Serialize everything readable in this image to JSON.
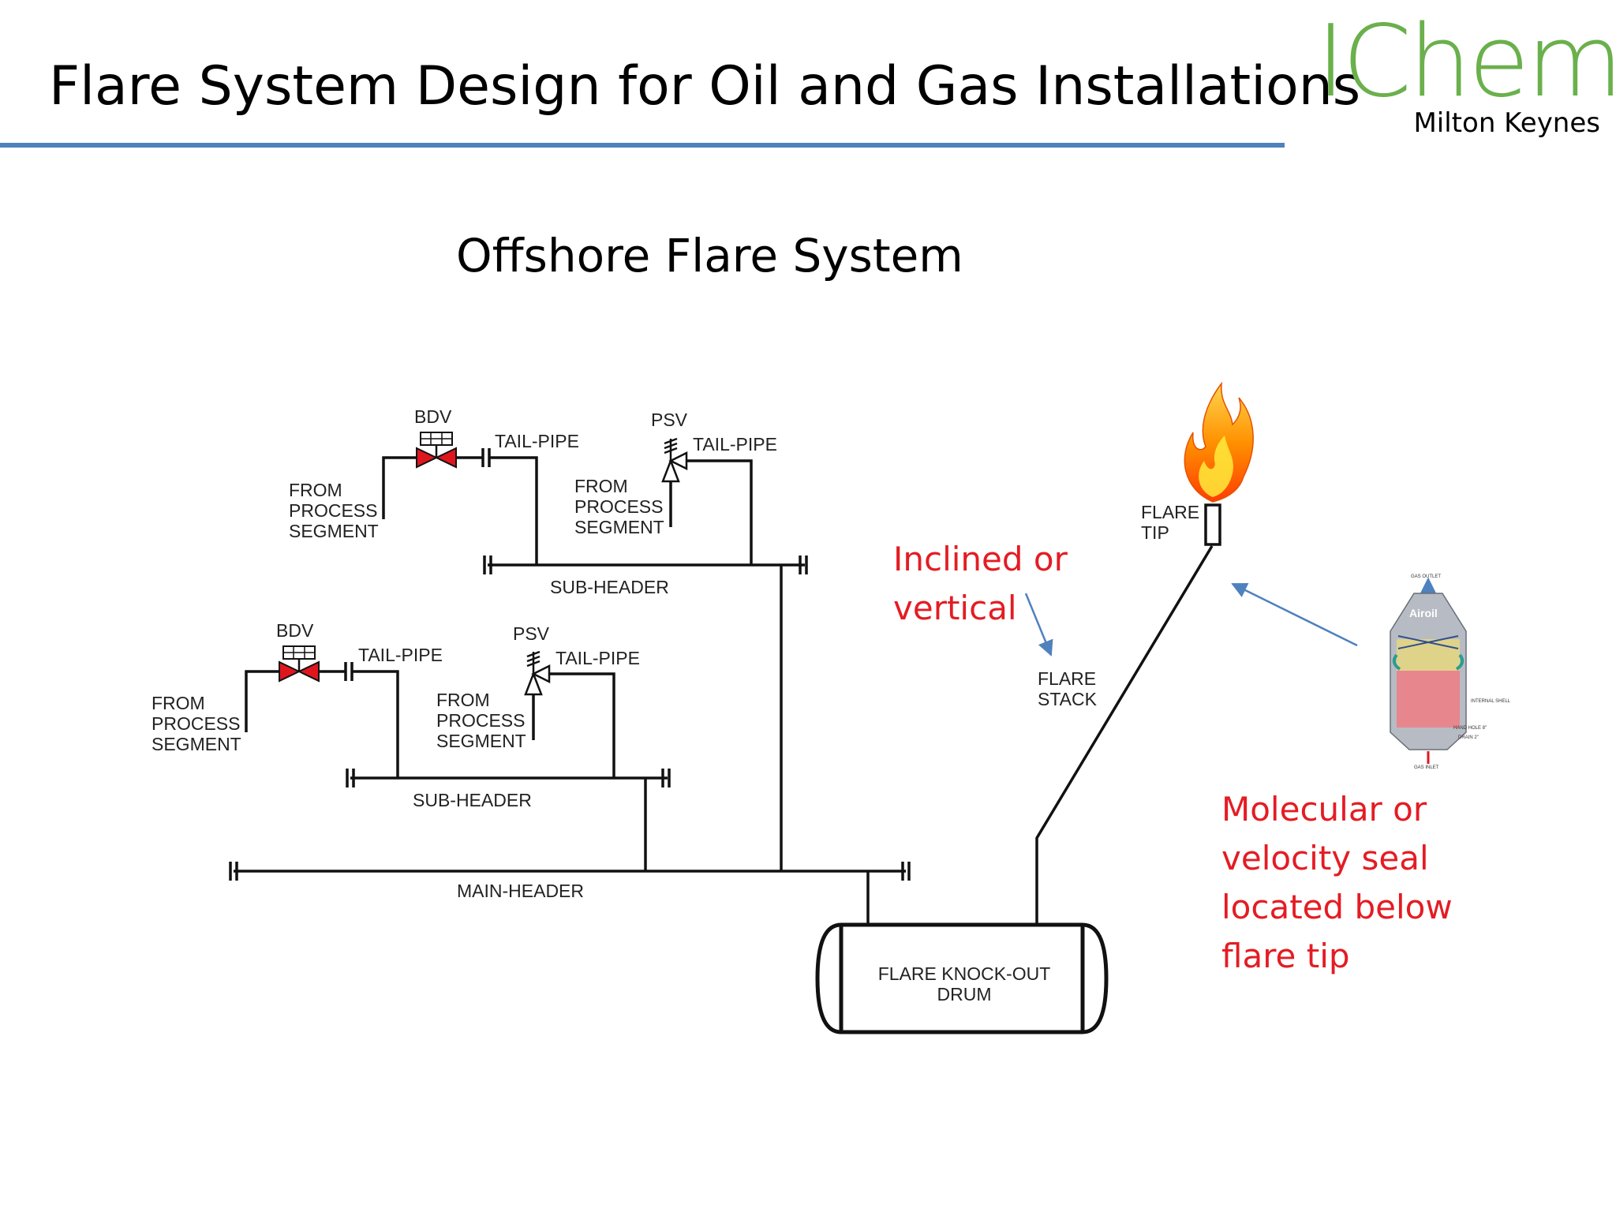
{
  "slide": {
    "title": "Flare System Design for Oil and Gas Installations",
    "subtitle": "Offshore Flare System"
  },
  "logo": {
    "text_main": "IChem",
    "text_e": "E",
    "location": "Milton Keynes"
  },
  "diagram": {
    "upper": {
      "bdv": "BDV",
      "psv": "PSV",
      "tail_pipe_1": "TAIL-PIPE",
      "tail_pipe_2": "TAIL-PIPE",
      "from_1": [
        "FROM",
        "PROCESS",
        "SEGMENT"
      ],
      "from_2": [
        "FROM",
        "PROCESS",
        "SEGMENT"
      ],
      "sub_header": "SUB-HEADER"
    },
    "lower": {
      "bdv": "BDV",
      "psv": "PSV",
      "tail_pipe_1": "TAIL-PIPE",
      "tail_pipe_2": "TAIL-PIPE",
      "from_1": [
        "FROM",
        "PROCESS",
        "SEGMENT"
      ],
      "from_2": [
        "FROM",
        "PROCESS",
        "SEGMENT"
      ],
      "sub_header": "SUB-HEADER"
    },
    "main_header": "MAIN-HEADER",
    "drum": [
      "FLARE KNOCK-OUT",
      "DRUM"
    ],
    "flare_tip": [
      "FLARE",
      "TIP"
    ],
    "flare_stack": [
      "FLARE",
      "STACK"
    ]
  },
  "seal_figure": {
    "brand": "Airoil",
    "gas_outlet": "GAS OUTLET",
    "gas_inlet": "GAS INLET",
    "internal_shell": "INTERNAL SHELL",
    "hand_hole": "HAND HOLE 8\"",
    "drain": "DRAIN 2\""
  },
  "notes": {
    "inclined": [
      "Inclined or",
      "vertical"
    ],
    "seal": [
      "Molecular or",
      "velocity seal",
      "located below",
      "flare tip"
    ]
  },
  "colors": {
    "accent_rule": "#4f81bd",
    "logo_green": "#6ab04c",
    "note_red": "#e41c23",
    "valve_red": "#e0161e",
    "arrow_blue": "#4f81bd",
    "flame_orange": "#f57c00"
  }
}
